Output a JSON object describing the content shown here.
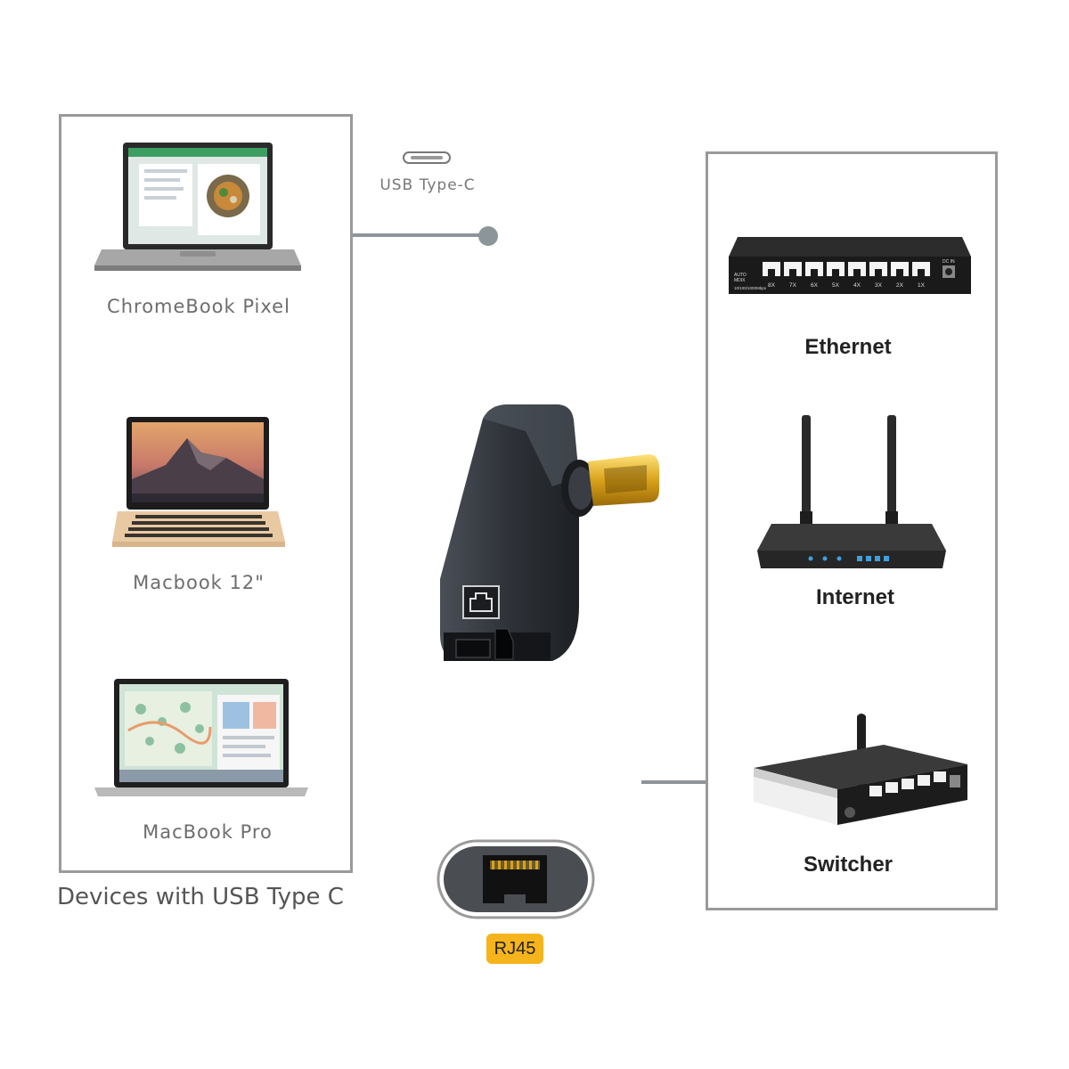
{
  "left_panel": {
    "devices": [
      {
        "label": "ChromeBook Pixel"
      },
      {
        "label": "Macbook 12\""
      },
      {
        "label": "MacBook Pro"
      }
    ],
    "caption": "Devices with USB Type C"
  },
  "connector": {
    "usb_label": "USB Type-C",
    "rj45_label": "RJ45"
  },
  "right_panel": {
    "items": [
      {
        "label": "Ethernet"
      },
      {
        "label": "Internet"
      },
      {
        "label": "Switcher"
      }
    ],
    "switch_port_labels": [
      "8X",
      "7X",
      "6X",
      "5X",
      "4X",
      "3X",
      "2X",
      "1X"
    ],
    "switch_side_labels": [
      "AUTO",
      "MDIX"
    ],
    "switch_speed": "10/100/1000Mbps",
    "switch_dc": "DC IN"
  }
}
